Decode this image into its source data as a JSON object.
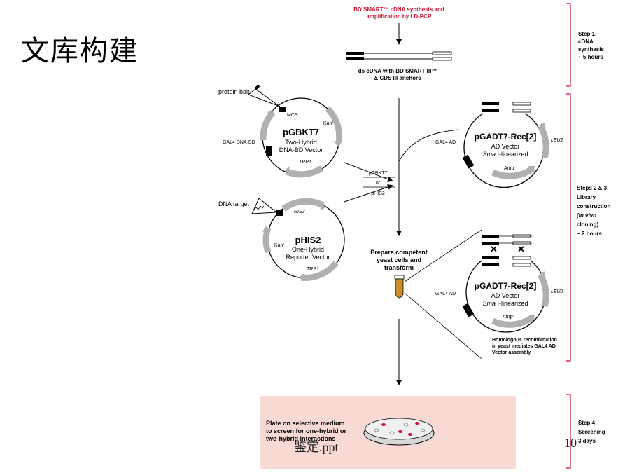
{
  "slide": {
    "title": "文库构建",
    "footer": "鉴定.ppt",
    "page_number": "10"
  },
  "colors": {
    "red_text": "#c8102e",
    "screening_box": "#f8d9d4",
    "tube_fill": "#c8902a",
    "arrow_gray": "#a6a6a6",
    "colony_red": "#d0103a"
  },
  "top": {
    "smart_line1": "BD SMART™ cDNA synthesis and",
    "smart_line2": "amplification by LD-PCR",
    "ds_line1": "ds cDNA with BD SMART III™",
    "ds_line2": "& CDS III anchors"
  },
  "steps": {
    "step1_l1": "Step 1:",
    "step1_l2": "cDNA",
    "step1_l3": "synthesis",
    "step1_l4": "~ 5 hours",
    "step23_l1": "Steps 2 & 3:",
    "step23_l2": "Library",
    "step23_l3": "construction",
    "step23_l4": "(in vivo",
    "step23_l5": "cloning)",
    "step23_l6": "~ 2 hours",
    "step4_l1": "Step 4:",
    "step4_l2": "Screening",
    "step4_l3": "3 days"
  },
  "pgbkt7": {
    "name": "pGBKT7",
    "line1": "Two-Hybrid",
    "line2": "DNA-BD Vector",
    "bait": "protein bait",
    "mcs": "MCS",
    "kan": "Kanʳ",
    "gal4": "GAL4 DNA-BD",
    "trp1": "TRP1"
  },
  "phis2": {
    "name": "pHIS2",
    "line1": "One-Hybrid",
    "line2": "Reporter Vector",
    "target": "DNA target",
    "his3": "HIS3",
    "kan": "Kanʳ",
    "trp1": "TRP1"
  },
  "mid": {
    "pgbkt7": "pGBKT7",
    "or": "or",
    "phis2": "pHIS2"
  },
  "pgadt7_top": {
    "name": "pGADT7-Rec[2]",
    "line1": "AD Vector",
    "line2_italic": "Sma",
    "line2": " I-linearized",
    "gal4": "GAL4 AD",
    "leu2": "LEU2",
    "amp": "Amp"
  },
  "pgadt7_bottom": {
    "name": "pGADT7-Rec[2]",
    "line1": "AD Vector",
    "line2_italic": "Sma",
    "line2": " I-linearized",
    "gal4": "GAL4 AD",
    "leu2": "LEU2",
    "amp": "Ampʳ"
  },
  "transform": {
    "line1": "Prepare competent",
    "line2": "yeast cells and",
    "line3": "transform"
  },
  "homologous": {
    "line1": "Homologous recombination",
    "line2": "in yeast mediates GAL4 AD",
    "line3": "Vector assembly"
  },
  "plate": {
    "line1": "Plate on selective medium",
    "line2": "to screen for one-hybrid or",
    "line3": "two-hybrid interactions"
  }
}
